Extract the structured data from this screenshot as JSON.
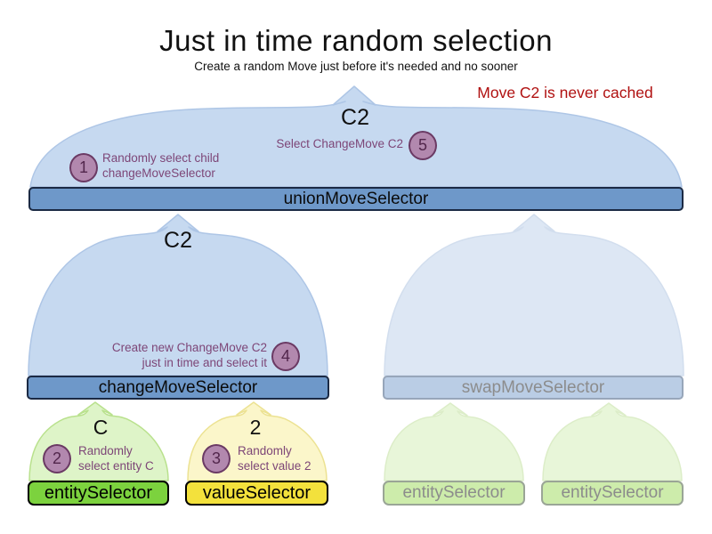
{
  "title": "Just in time random selection",
  "subtitle": "Create a random Move just before it's needed and no sooner",
  "note": "Move C2 is never cached",
  "bubbles": {
    "union": "C2",
    "change": "C2",
    "entity": "C",
    "value": "2"
  },
  "selectors": {
    "union": "unionMoveSelector",
    "change": "changeMoveSelector",
    "swap": "swapMoveSelector",
    "entity": "entitySelector",
    "value": "valueSelector",
    "entity_faded_left": "entitySelector",
    "entity_faded_right": "entitySelector"
  },
  "steps": {
    "s1": {
      "num": "1",
      "line1": "Randomly select child",
      "line2": "changeMoveSelector"
    },
    "s2": {
      "num": "2",
      "line1": "Randomly",
      "line2": "select entity C"
    },
    "s3": {
      "num": "3",
      "line1": "Randomly",
      "line2": "select value 2"
    },
    "s4": {
      "num": "4",
      "line1": "Create new ChangeMove C2",
      "line2": "just in time and select it"
    },
    "s5": {
      "num": "5",
      "line1": "Select ChangeMove C2"
    }
  },
  "colors": {
    "selector_blue": "#6e98c9",
    "selector_border": "#1b2a44",
    "mound_blue": "#c6d9f0",
    "faded_mound_blue": "#dde7f4",
    "faded_selector_blue": "#bacde5",
    "entity_green": "#7cd23e",
    "value_yellow": "#f3e13c",
    "mound_green": "#def4c8",
    "mound_yellow": "#fbf6ca",
    "faded_entity_green": "#cdecab",
    "note_red": "#b01111",
    "step_badge_purple": "#b288ae",
    "step_text_purple": "#7d4677"
  }
}
